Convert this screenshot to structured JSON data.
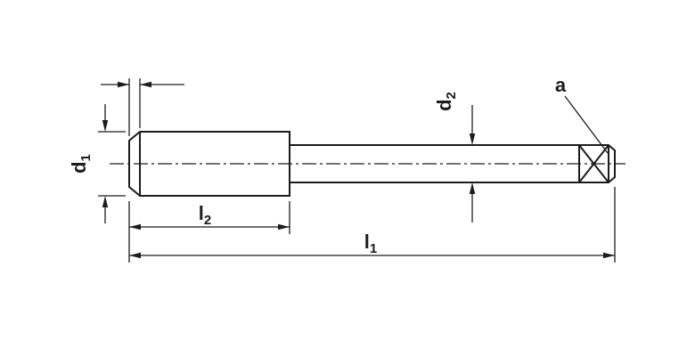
{
  "diagram": {
    "type": "technical-drawing",
    "subject": "hand tap side view with dimension callouts",
    "colors": {
      "line": "#1c1c1c",
      "background": "#ffffff"
    },
    "labels": {
      "d1": {
        "main": "d",
        "sub": "1"
      },
      "d2": {
        "main": "d",
        "sub": "2"
      },
      "l2": {
        "main": "l",
        "sub": "2"
      },
      "l1": {
        "main": "l",
        "sub": "1"
      },
      "a": {
        "main": "a",
        "sub": ""
      }
    }
  }
}
